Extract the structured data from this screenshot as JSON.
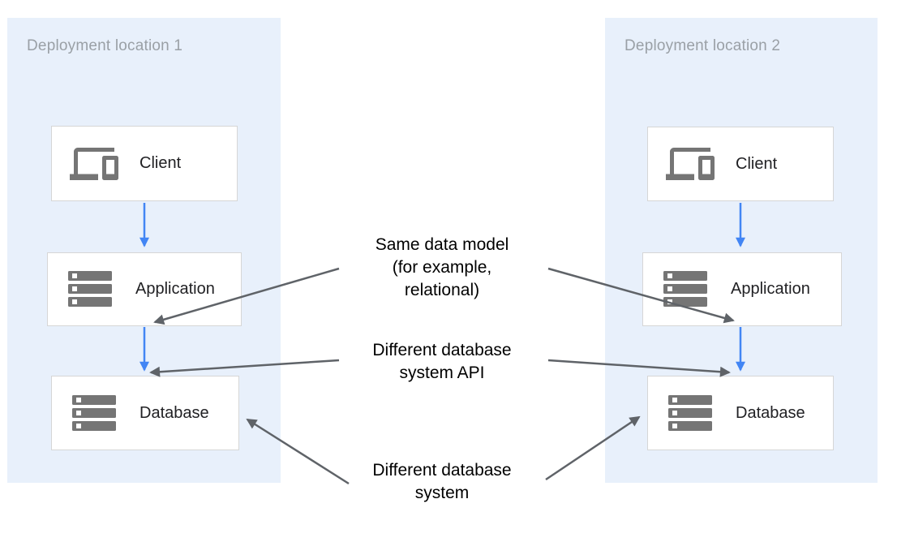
{
  "diagram": {
    "panels": [
      {
        "title": "Deployment location 1",
        "nodes": [
          {
            "label": "Client",
            "icon": "devices-icon"
          },
          {
            "label": "Application",
            "icon": "server-stack-icon"
          },
          {
            "label": "Database",
            "icon": "server-stack-icon"
          }
        ]
      },
      {
        "title": "Deployment location 2",
        "nodes": [
          {
            "label": "Client",
            "icon": "devices-icon"
          },
          {
            "label": "Application",
            "icon": "server-stack-icon"
          },
          {
            "label": "Database",
            "icon": "server-stack-icon"
          }
        ]
      }
    ],
    "annotations": [
      {
        "lines": [
          "Same data model",
          "(for example,",
          "relational)"
        ]
      },
      {
        "lines": [
          "Different database",
          "system API"
        ]
      },
      {
        "lines": [
          "Different database",
          "system"
        ]
      }
    ],
    "colors": {
      "panel_background": "#e8f0fb",
      "panel_title": "#9aa0a6",
      "node_background": "#ffffff",
      "node_border": "#d6d6d6",
      "node_text": "#212124",
      "icon_gray": "#757575",
      "flow_arrow_blue": "#4285f4",
      "annotation_arrow_gray": "#5f6368",
      "annotation_text": "#000000"
    }
  }
}
